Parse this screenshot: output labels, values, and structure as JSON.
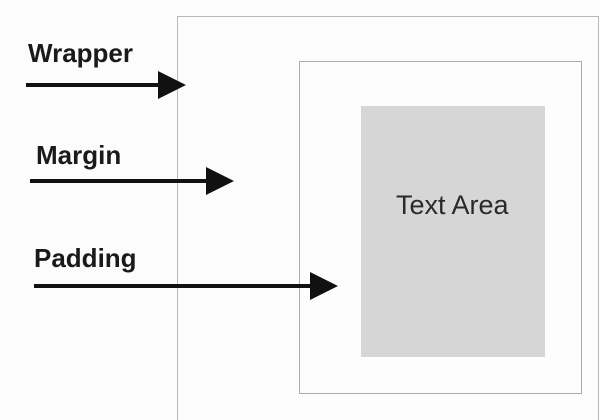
{
  "labels": {
    "wrapper": "Wrapper",
    "margin": "Margin",
    "padding": "Padding"
  },
  "text_area": {
    "label": "Text Area"
  },
  "colors": {
    "background": "#fcfcfc",
    "box_border": "#aaaaaa",
    "text_area_fill": "#d6d6d6",
    "arrow": "#111111"
  }
}
